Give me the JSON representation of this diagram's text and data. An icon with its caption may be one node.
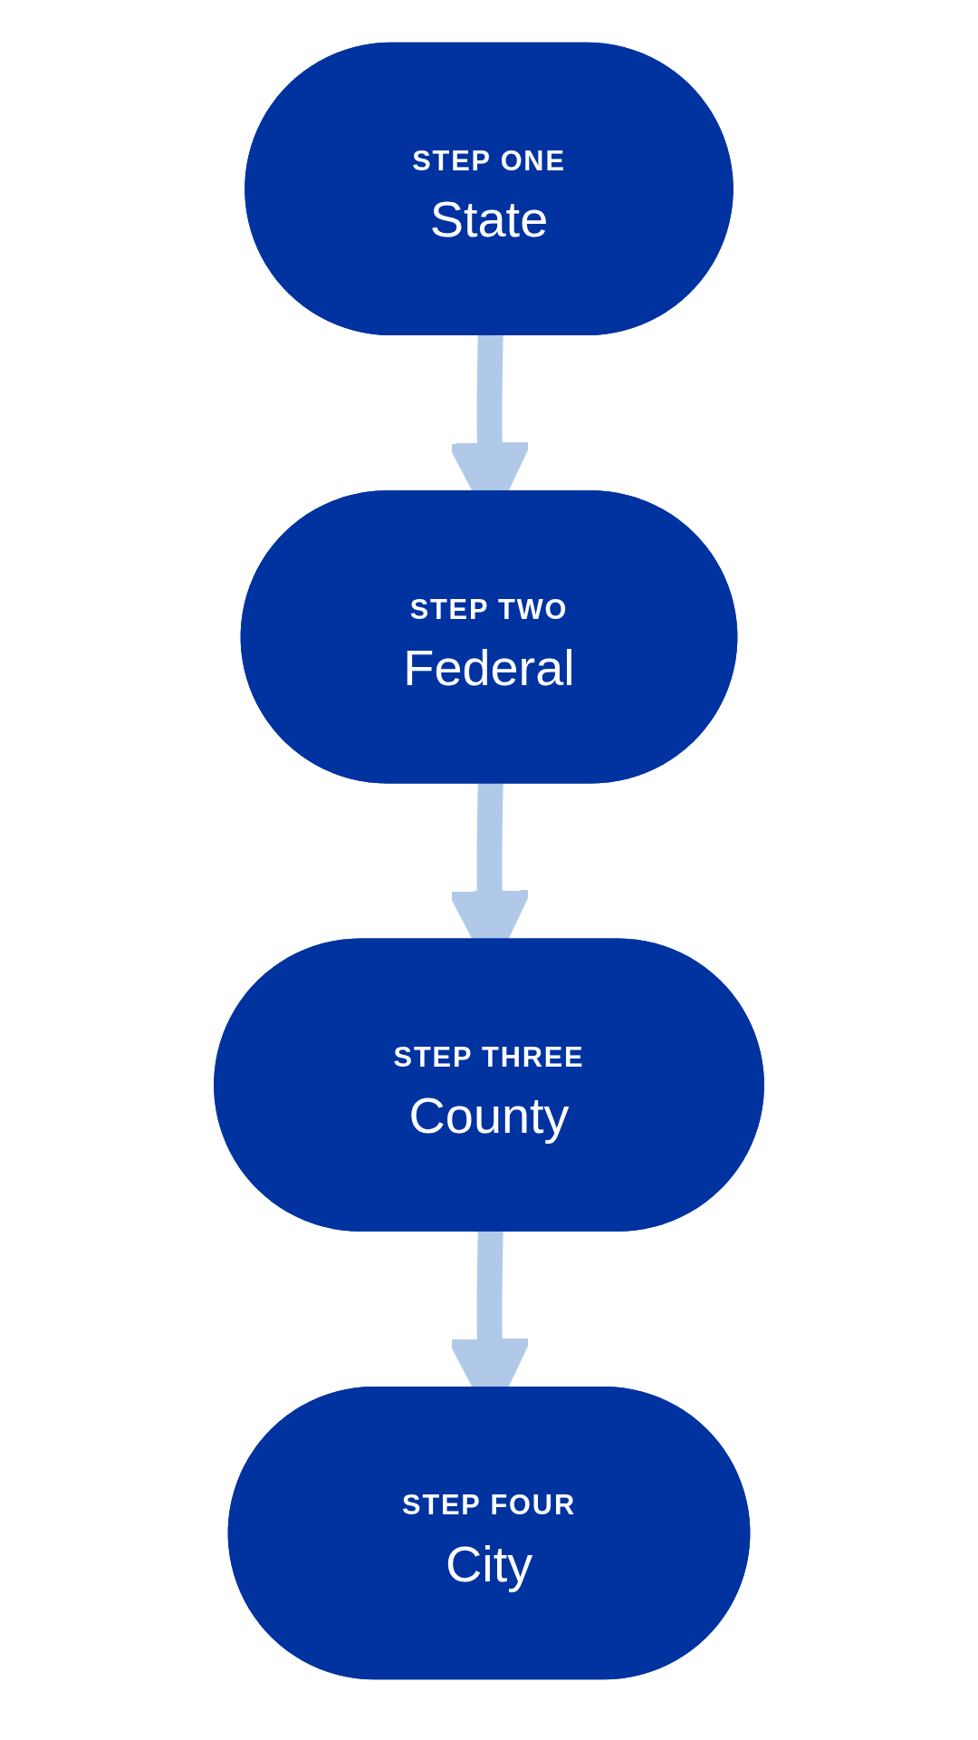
{
  "diagram": {
    "nodes": [
      {
        "text": [
          "STEP ONE",
          "State"
        ]
      },
      {
        "text": [
          "STEP TWO",
          "Federal"
        ]
      },
      {
        "text": [
          "STEP THREE",
          "County"
        ]
      },
      {
        "text": [
          "STEP FOUR",
          "City"
        ]
      }
    ],
    "edges": [
      {
        "from": 0,
        "to": 1,
        "arrow": "to"
      },
      {
        "from": 1,
        "to": 2,
        "arrow": "to"
      },
      {
        "from": 2,
        "to": 3,
        "arrow": "to"
      }
    ]
  }
}
